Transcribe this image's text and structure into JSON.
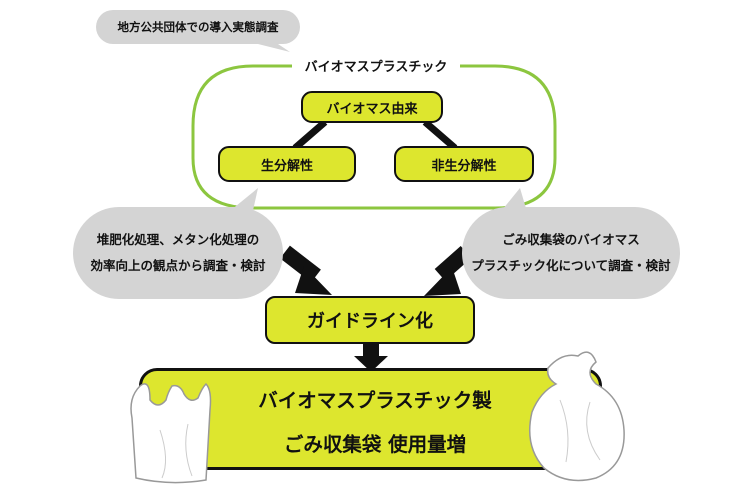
{
  "survey_tag": "地方公共団体での導入実態調査",
  "group": {
    "title": "バイオマスプラスチック",
    "origin": "バイオマス由来",
    "branch_left": "生分解性",
    "branch_right": "非生分解性"
  },
  "left_bubble": [
    "堆肥化処理、メタン化処理の",
    "効率向上の観点から調査・検討"
  ],
  "right_bubble": [
    "ごみ収集袋のバイオマス",
    "プラスチック化について調査・検討"
  ],
  "guideline": "ガイドライン化",
  "result": {
    "line1": "バイオマスプラスチック製",
    "line2": "ごみ収集袋 使用量増"
  },
  "colors": {
    "accent": "#dde62e",
    "frame": "#8cc63f",
    "bubble": "#d4d4d4",
    "ink": "#111111"
  }
}
